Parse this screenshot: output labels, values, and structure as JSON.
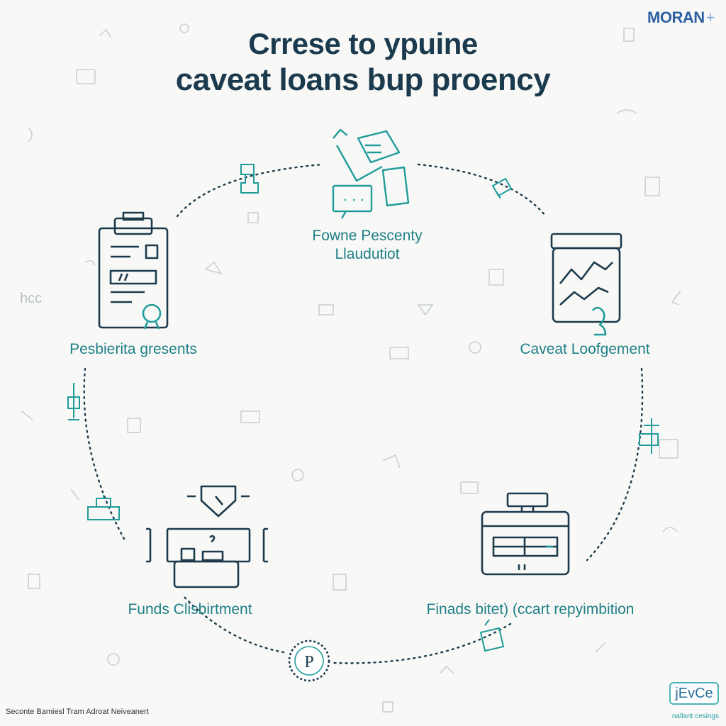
{
  "header": {
    "title_line1": "Crrese to ypuine",
    "title_line2": "caveat loans bup proency",
    "brand": "MORAN",
    "brand_mark": "+"
  },
  "steps": [
    {
      "label_line1": "Fowne Pescenty",
      "label_line2": "Llaudutiot",
      "icon": "documents-chat-icon"
    },
    {
      "label_line1": "Caveat Loofgement",
      "icon": "tablet-chart-icon"
    },
    {
      "label_line1": "Finads bitet) (ccart repyimbition",
      "icon": "cash-register-icon"
    },
    {
      "label_line1": "Funds Clisbirtment",
      "icon": "disbursement-machine-icon"
    },
    {
      "label_line1": "Pesbierita gresents",
      "icon": "clipboard-icon"
    }
  ],
  "bottom_badge": {
    "symbol": "P",
    "icon": "coin-icon"
  },
  "left_margin_text": "hcc",
  "footer": {
    "caption": "Seconte Bamiesl Tram Adroat Neiveanert",
    "logo_text": "jEvCe",
    "logo_sub": "nallant cesings"
  },
  "colors": {
    "teal": "#1f8f8c",
    "navy": "#1d3a4c",
    "title": "#1b3a4e",
    "brand": "#2b5fa3",
    "decor": "#c9d1d1"
  }
}
